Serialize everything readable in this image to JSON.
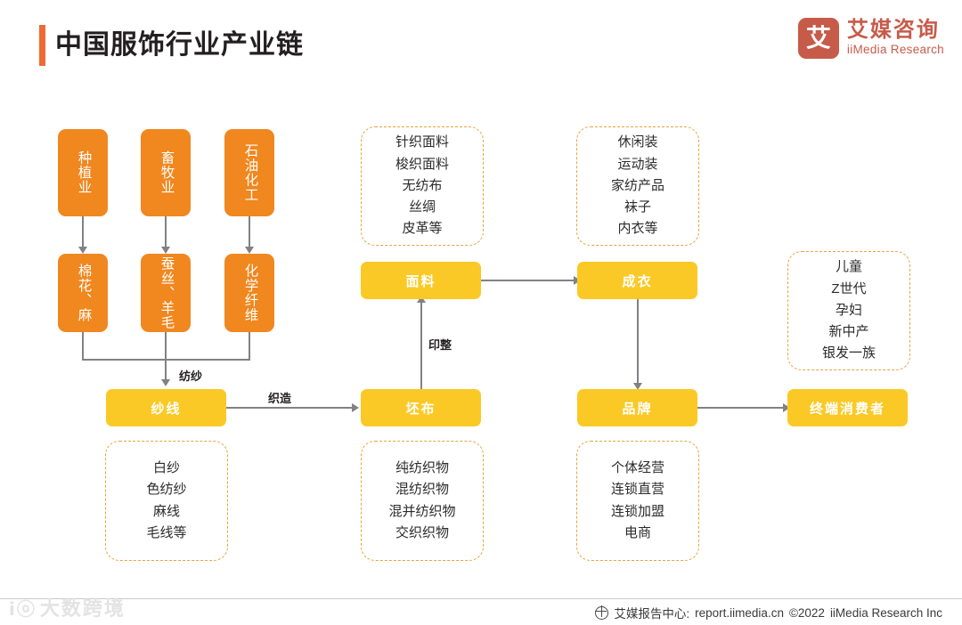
{
  "header": {
    "title": "中国服饰行业产业链",
    "accent_color": "#EE6A33",
    "logo": {
      "mark": "艾",
      "name_cn": "艾媒咨询",
      "name_en": "iiMedia Research",
      "color": "#C75B4A"
    }
  },
  "colors": {
    "orange": "#F0871F",
    "yellow": "#FBC926",
    "dashed_border": "#E8A33D",
    "connector": "#808285"
  },
  "diagram": {
    "upstream_sources": [
      {
        "label": "种植业"
      },
      {
        "label": "畜牧业"
      },
      {
        "label": "石油化工"
      }
    ],
    "raw_materials": [
      {
        "label": "棉花、麻"
      },
      {
        "label": "蚕丝、羊毛"
      },
      {
        "label": "化学纤维"
      }
    ],
    "stages": {
      "yarn": "纱线",
      "greige": "坯布",
      "fabric": "面料",
      "garment": "成衣",
      "brand": "品牌",
      "consumer": "终端消费者"
    },
    "edge_labels": {
      "spinning": "纺纱",
      "weaving": "织造",
      "finishing": "印整"
    },
    "detail_boxes": {
      "fabric_types": [
        "针织面料",
        "梭织面料",
        "无纺布",
        "丝绸",
        "皮革等"
      ],
      "garment_types": [
        "休闲装",
        "运动装",
        "家纺产品",
        "袜子",
        "内衣等"
      ],
      "consumer_types": [
        "儿童",
        "Z世代",
        "孕妇",
        "新中产",
        "银发一族"
      ],
      "yarn_types": [
        "白纱",
        "色纺纱",
        "麻线",
        "毛线等"
      ],
      "greige_types": [
        "纯纺织物",
        "混纺织物",
        "混并纺织物",
        "交织织物"
      ],
      "brand_types": [
        "个体经营",
        "连锁直营",
        "连锁加盟",
        "电商"
      ]
    }
  },
  "footer": {
    "source_label": "艾媒报告中心:",
    "url": "report.iimedia.cn",
    "copyright": "©2022",
    "company": "iiMedia Research  Inc",
    "watermark": "大数跨境"
  }
}
